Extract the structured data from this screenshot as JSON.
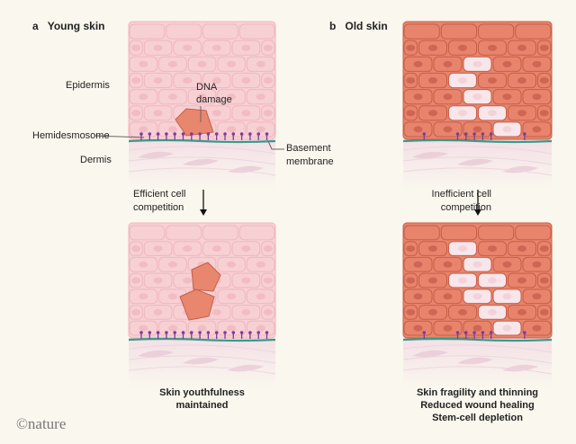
{
  "panel_a": {
    "letter": "a",
    "title": "Young skin",
    "labels": {
      "epidermis": "Epidermis",
      "dna_damage_1": "DNA",
      "dna_damage_2": "damage",
      "hemidesmosome": "Hemidesmosome",
      "dermis": "Dermis",
      "basement_1": "Basement",
      "basement_2": "membrane"
    },
    "transition_1": "Efficient cell",
    "transition_2": "competition",
    "outcome": [
      "Skin youthfulness",
      "maintained"
    ]
  },
  "panel_b": {
    "letter": "b",
    "title": "Old skin",
    "transition_1": "Inefficient cell",
    "transition_2": "competition",
    "outcome": [
      "Skin fragility and thinning",
      "Reduced wound healing",
      "Stem-cell depletion"
    ]
  },
  "logo": "©nature",
  "colors": {
    "young_cell": "#f7d0d4",
    "young_stroke": "#efb7bd",
    "old_cell": "#e8846c",
    "old_stroke": "#c65f49",
    "membrane": "#3a9a8a",
    "hemidesmosome": "#7a3f9a",
    "background": "#faf7ee"
  }
}
